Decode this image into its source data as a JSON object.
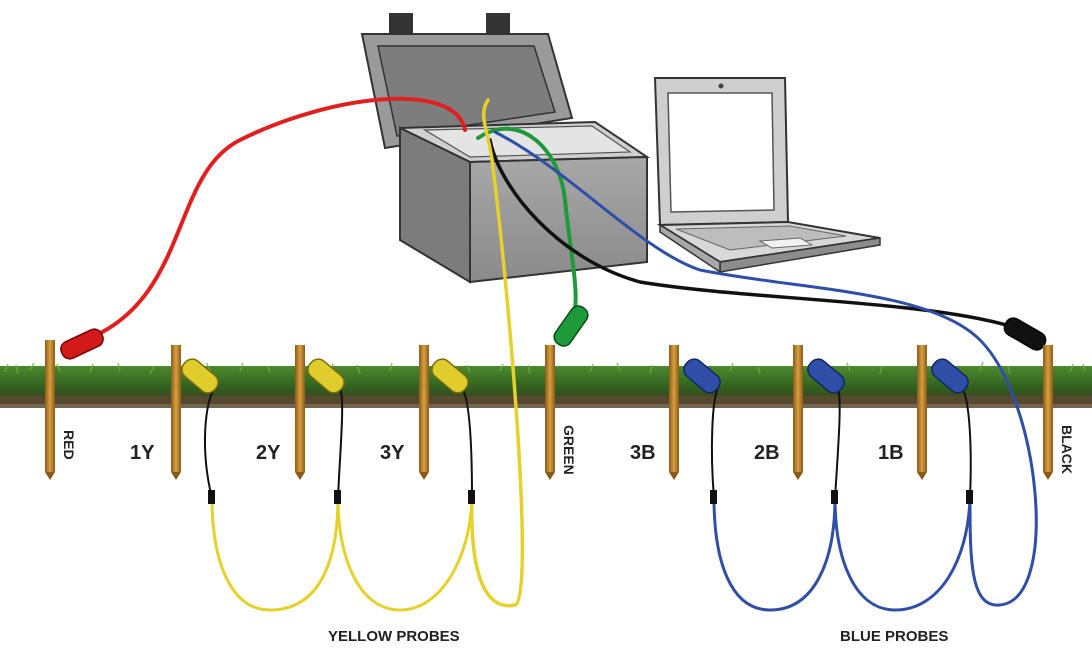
{
  "stakes": {
    "red": "RED",
    "green": "GREEN",
    "black": "BLACK"
  },
  "probes": {
    "y1": "1Y",
    "y2": "2Y",
    "y3": "3Y",
    "b3": "3B",
    "b2": "2B",
    "b1": "1B"
  },
  "captions": {
    "yellow": "YELLOW PROBES",
    "blue": "BLUE PROBES"
  },
  "colors": {
    "red_lead": "#e02020",
    "yellow_lead": "#e6d02a",
    "green_lead": "#1e9a3a",
    "blue_lead": "#2f4ea8",
    "black_lead": "#111111",
    "stake": "#c48a2a",
    "grass": "#3f7a2a",
    "soil": "#6b5a3a",
    "case": "#9a9a9a"
  },
  "icons": {
    "instrument": "tester-case-icon",
    "computer": "laptop-icon"
  }
}
